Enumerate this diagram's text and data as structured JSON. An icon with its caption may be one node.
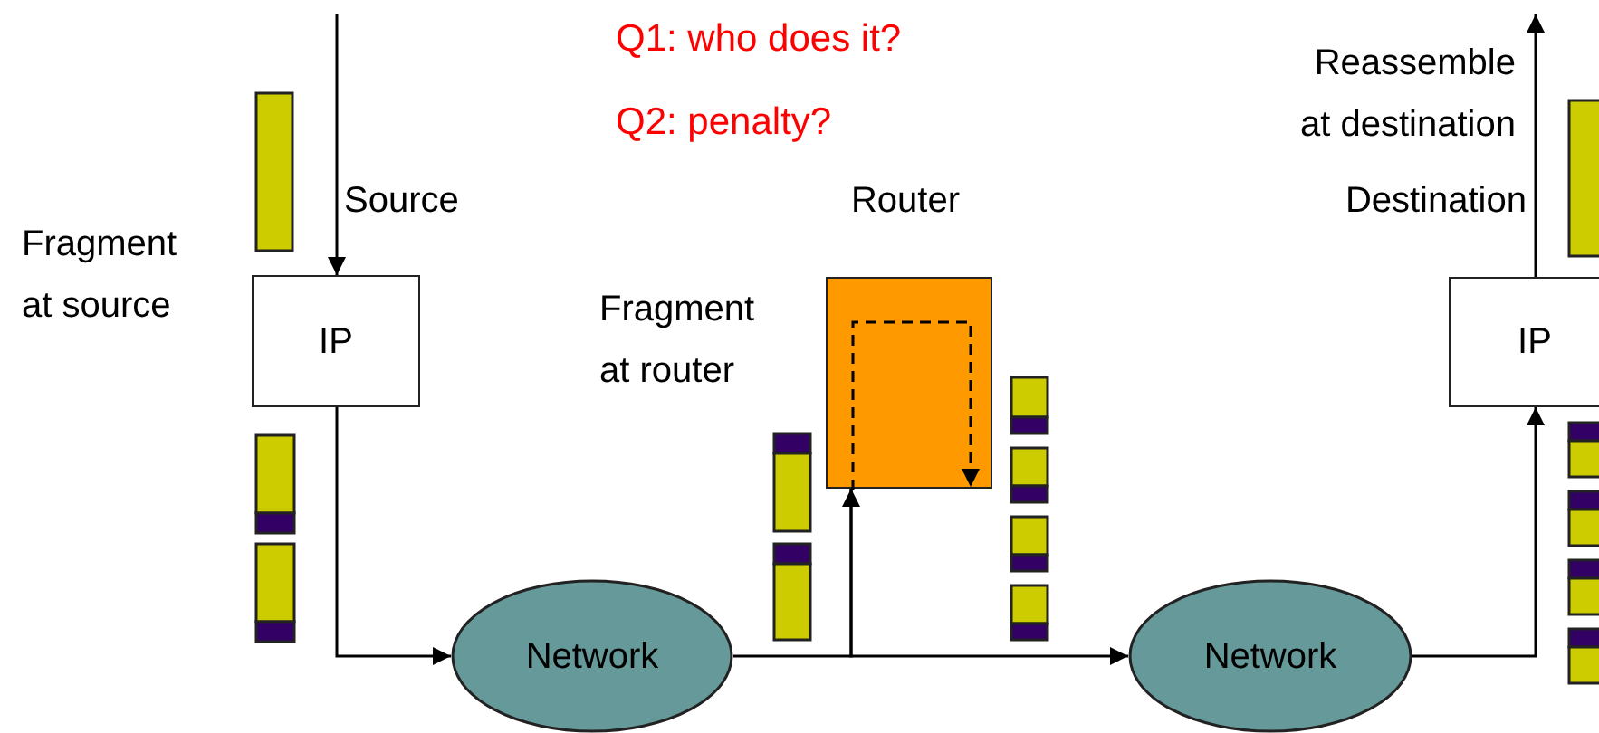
{
  "diagram": {
    "nodes": [
      {
        "text": [
          "IP"
        ],
        "beside": [
          "Source"
        ]
      },
      {
        "text": [
          "Network"
        ]
      },
      {
        "text": [],
        "shape": "box",
        "beside": [
          "Router"
        ]
      },
      {
        "text": [
          "Network"
        ]
      },
      {
        "text": [
          "IP"
        ],
        "beside": [
          "Destination"
        ]
      }
    ],
    "edges": [
      {
        "from": null,
        "to": 0,
        "arrow": "to"
      },
      {
        "from": 0,
        "to": 1,
        "arrow": "to"
      },
      {
        "from": 1,
        "to": 2,
        "arrow": "to"
      },
      {
        "from": 2,
        "to": 3,
        "arrow": "to"
      },
      {
        "from": 3,
        "to": 4,
        "arrow": "to"
      },
      {
        "from": 4,
        "to": null,
        "arrow": "to"
      }
    ],
    "labels": [
      "Q1: who does it?",
      "Q2: penalty?",
      "Fragment at source",
      "Fragment at router",
      "Reassemble at destination"
    ]
  }
}
